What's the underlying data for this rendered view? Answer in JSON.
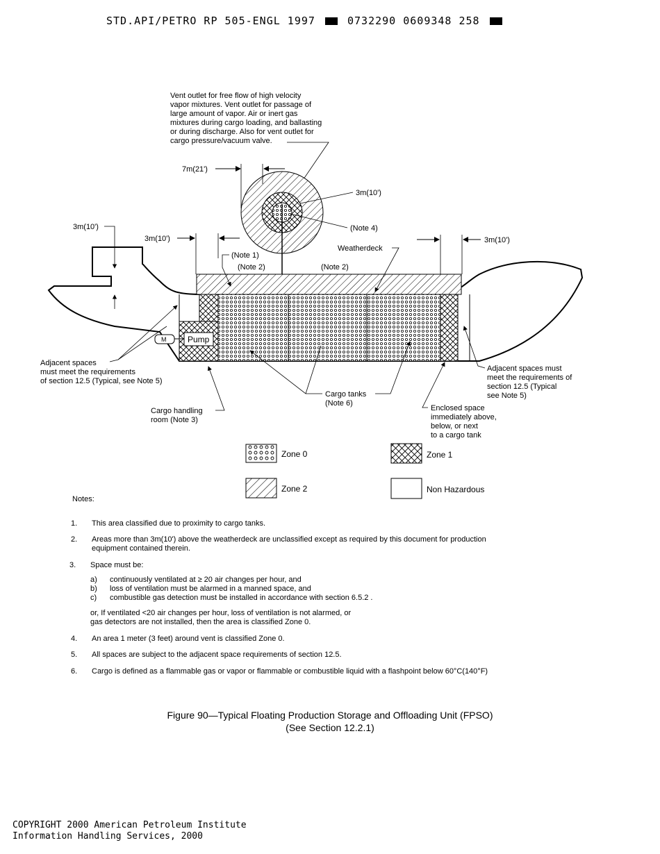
{
  "header": {
    "left": "STD.API/PETRO RP 505-ENGL 1997",
    "mid": "0732290 0609348 258"
  },
  "diagram": {
    "vent_callout": [
      "Vent outlet for free flow of high velocity",
      "vapor mixtures.  Vent outlet for passage of",
      "large amount of vapor.  Air or inert gas",
      "mixtures during cargo loading, and ballasting",
      "or during discharge.  Also for vent outlet for",
      "cargo pressure/vacuum valve."
    ],
    "dim_7m": "7m(21')",
    "dim_3m_vent": "3m(10')",
    "note4": "(Note 4)",
    "dim_3m_left_top": "3m(10')",
    "dim_3m_left": "3m(10')",
    "dim_3m_right": "3m(10')",
    "note1": "(Note 1)",
    "note2_left": "(Note 2)",
    "note2_mid": "(Note 2)",
    "weatherdeck": "Weatherdeck",
    "pump": "Pump",
    "motor": "M",
    "adj_left": [
      "Adjacent spaces",
      "must meet the requirements",
      "of section 12.5 (Typical, see Note 5)"
    ],
    "adj_right": [
      "Adjacent spaces must",
      "meet the requirements of",
      "section 12.5 (Typical",
      "see Note 5)"
    ],
    "cargo_tanks": [
      "Cargo tanks",
      "(Note 6)"
    ],
    "cargo_room": [
      "Cargo handling",
      "room (Note 3)"
    ],
    "enclosed": [
      "Enclosed space",
      "immediately above,",
      "below, or next",
      "to a cargo tank"
    ]
  },
  "legend": {
    "zone0": "Zone 0",
    "zone1": "Zone 1",
    "zone2": "Zone 2",
    "nonhaz": "Non Hazardous"
  },
  "notes": {
    "title": "Notes:",
    "items": [
      {
        "num": "1.",
        "text": "This area classified due to proximity to cargo tanks."
      },
      {
        "num": "2.",
        "text": "Areas more than 3m(10') above the weatherdeck are unclassified except as required by this document for production",
        "text2": "equipment contained therein."
      },
      {
        "num": "3.",
        "text": "Space must be:"
      },
      {
        "num": "4.",
        "text": "An area 1 meter (3 feet) around vent is classified Zone 0."
      },
      {
        "num": "5.",
        "text": "All spaces are subject to the adjacent space requirements  of section 12.5."
      },
      {
        "num": "6.",
        "text": "Cargo is defined as a flammable gas or vapor or flammable or combustible liquid with a flashpoint below 60°C(140°F)"
      }
    ],
    "sub": [
      {
        "k": "a)",
        "t": "continuously ventilated at  ≥ 20 air changes per hour, and"
      },
      {
        "k": "b)",
        "t": "loss of ventilation must be alarmed in a manned space, and"
      },
      {
        "k": "c)",
        "t": "combustible gas detection must be installed in accordance with section 6.5.2 ."
      }
    ],
    "or1": "or, If ventilated <20 air changes per hour, loss of ventilation is not alarmed, or",
    "or2": "gas detectors are not installed, then the area is classified Zone 0."
  },
  "caption": {
    "line1": "Figure  90—Typical Floating Production Storage and Offloading Unit (FPSO)",
    "line2": "(See Section 12.2.1)"
  },
  "footer": {
    "line1": "COPYRIGHT 2000 American Petroleum Institute",
    "line2": "Information Handling Services, 2000"
  }
}
